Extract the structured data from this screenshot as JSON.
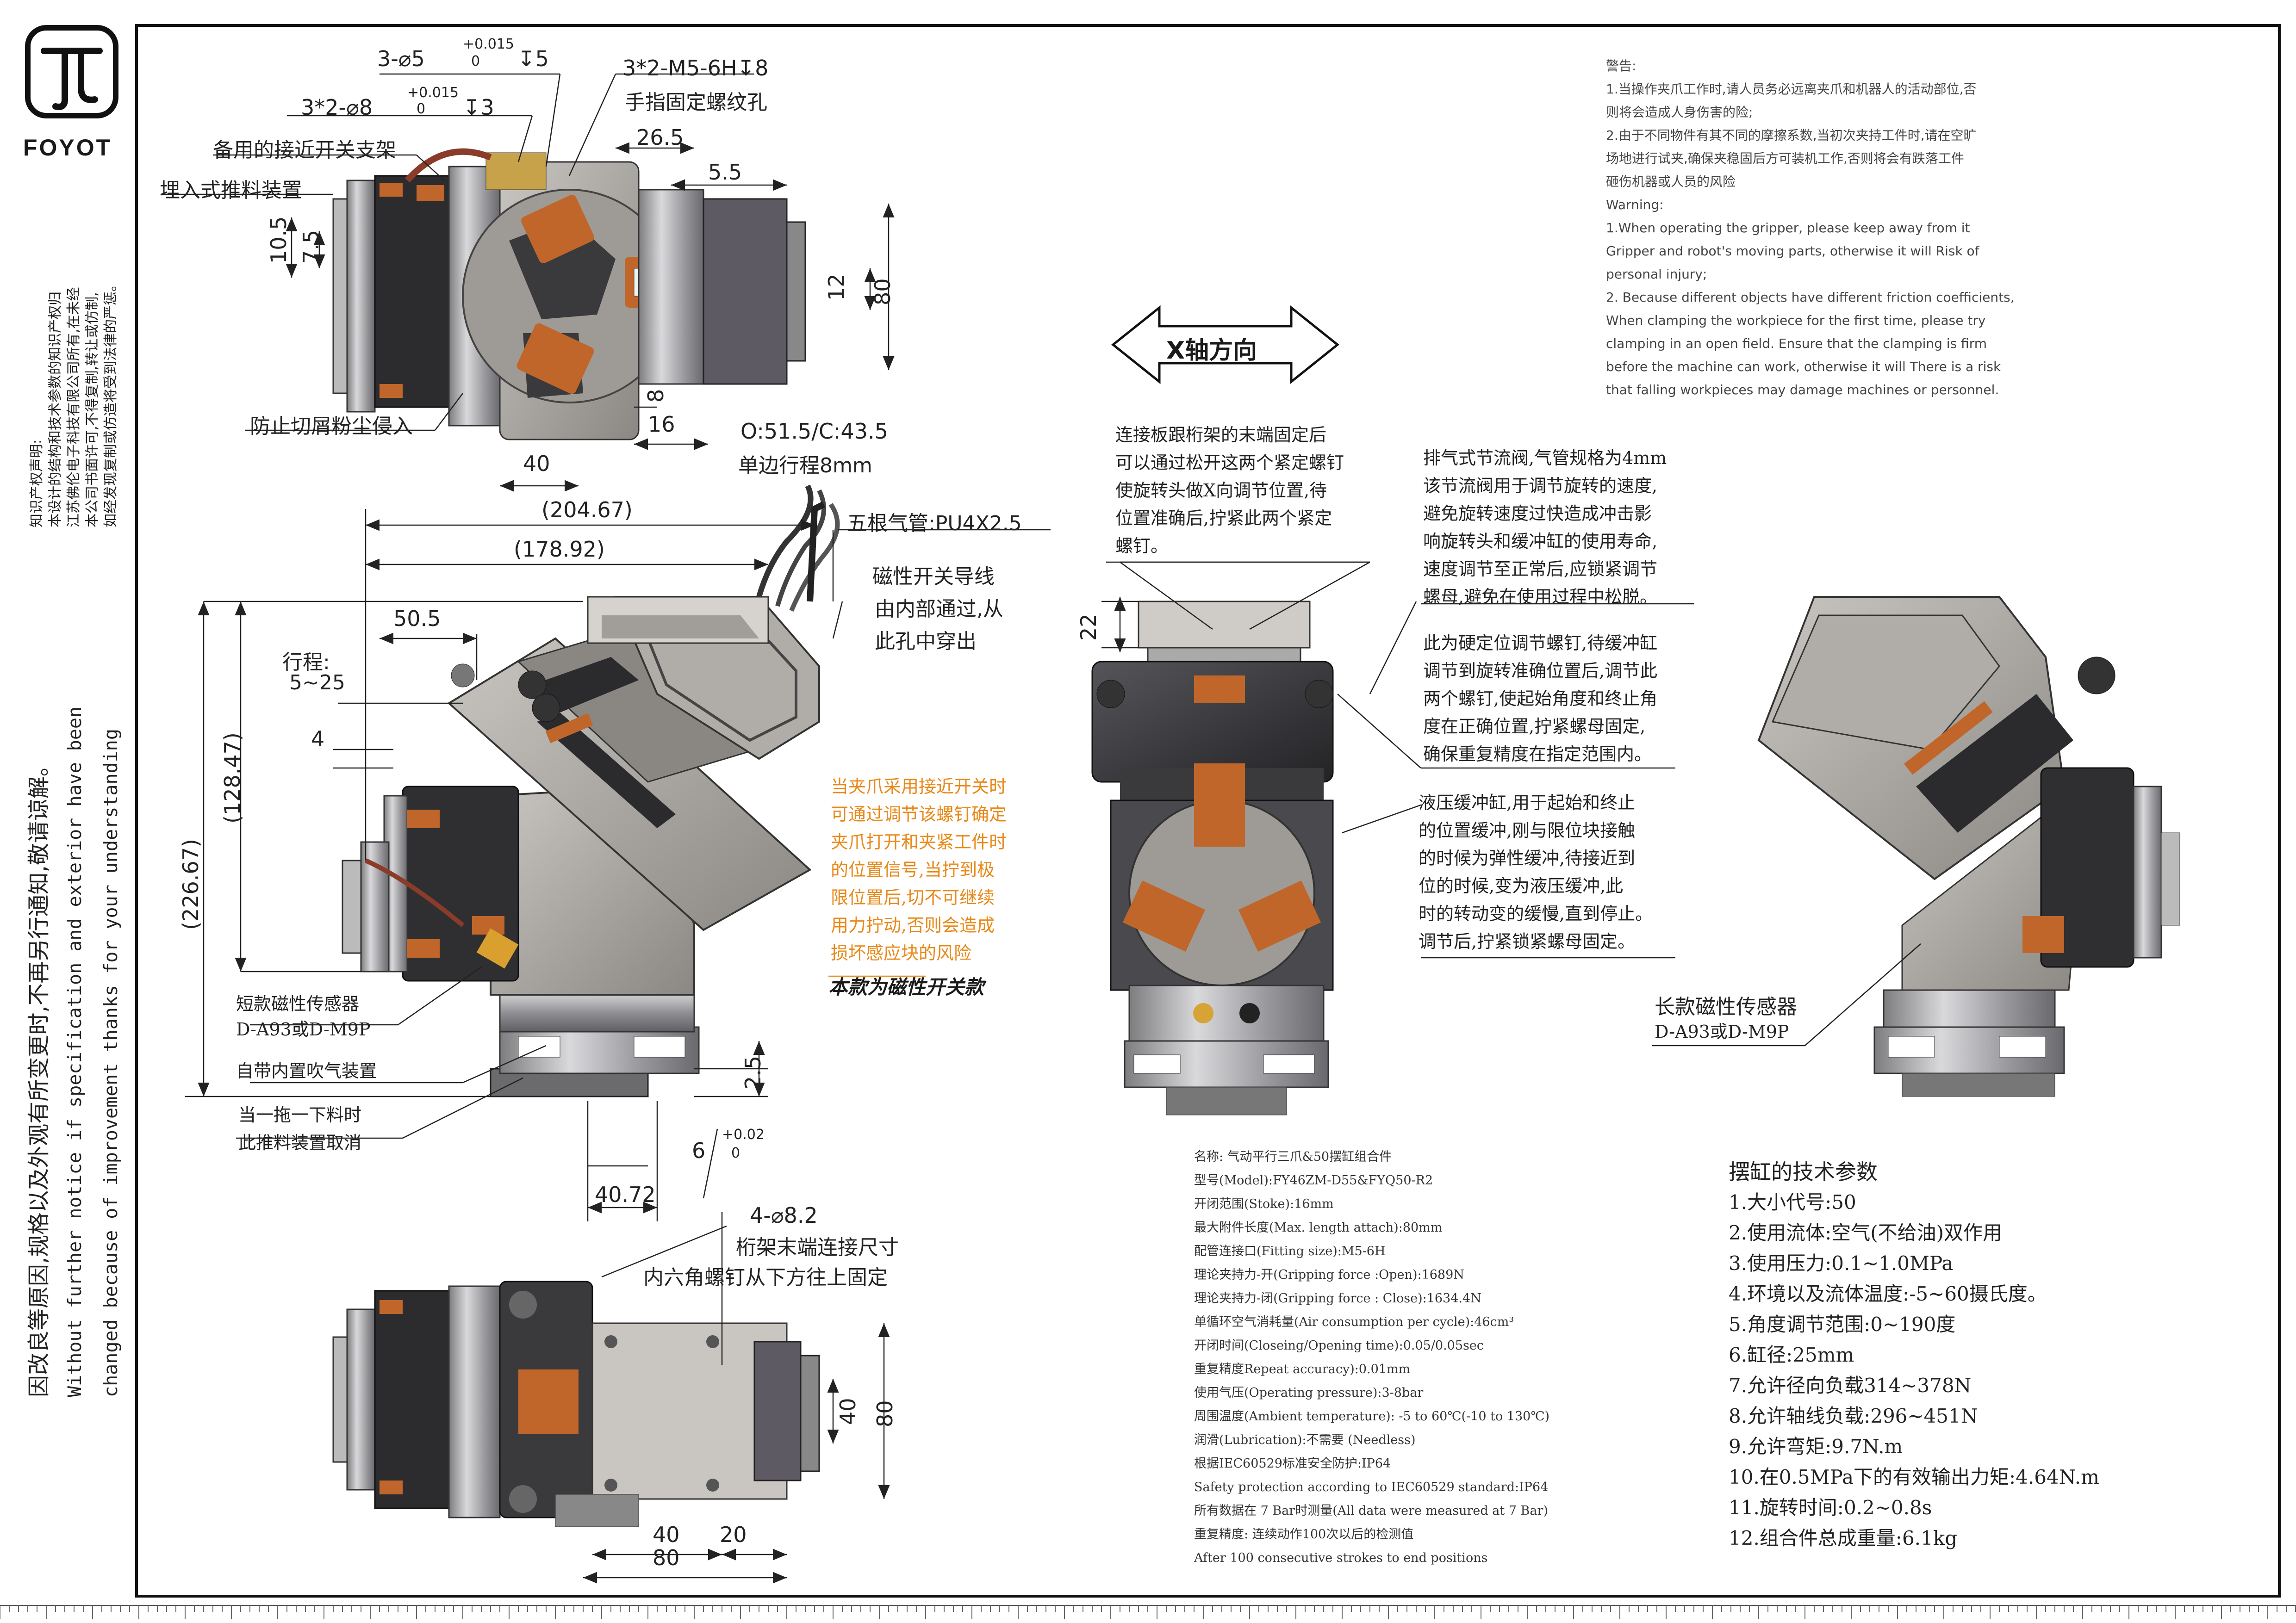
{
  "brand": {
    "logo_text": "FOYOT"
  },
  "copyright": {
    "lines": [
      "知识产权声明:",
      "本设计的结构和技术参数的知识产权归",
      "江苏佛伦电子科技有限公司所有,在未经",
      "本公司书面许可,不得复制,转让或仿制,",
      "如经发现复制或仿造将受到法律的严惩。"
    ]
  },
  "notice": {
    "cn": "因改良等原因,规格以及外观有所变更时,不再另行通知,敬请谅解。",
    "en1": "Without further notice if specification and exterior have been",
    "en2": "changed because of improvement thanks for your understanding"
  },
  "top_view": {
    "dims": {
      "hole1": "3-⌀5",
      "hole1_tol": "+0.015",
      "hole1_tol2": "0",
      "hole1_depth": "↧5",
      "hole2": "3*2-⌀8",
      "hole2_tol": "+0.015",
      "hole2_tol2": "0",
      "hole2_depth": "↧3",
      "thread": "3*2-M5-6H↧8",
      "d26_5": "26.5",
      "d5_5": "5.5",
      "d10_5": "10.5",
      "d7_5": "7.5",
      "d12": "12",
      "d80": "80",
      "d8": "8",
      "d16": "16",
      "d40": "40"
    },
    "labels": {
      "thread_label": "手指固定螺纹孔",
      "spare_switch": "备用的接近开关支架",
      "embedded_eject": "埋入式推料装置",
      "dust": "防止切屑粉尘侵入",
      "open_close": "O:51.5/C:43.5",
      "stroke": "单边行程8mm"
    }
  },
  "side_view": {
    "dims": {
      "d204": "(204.67)",
      "d178": "(178.92)",
      "d50_5": "50.5",
      "stroke_lbl": "行程:",
      "stroke_val": "5~25",
      "d4": "4",
      "d128": "(128.47)",
      "d226": "(226.67)",
      "d2_5": "2.5",
      "d6": "6",
      "d6_tol1": "+0.02",
      "d6_tol2": "0",
      "d40_72": "40.72"
    },
    "labels": {
      "hoses": "五根气管:PU4X2.5",
      "wire1": "磁性开关导线",
      "wire2": "由内部通过,从",
      "wire3": "此孔中穿出",
      "short_sensor": "短款磁性传感器",
      "short_sensor_model": "D-A93或D-M9P",
      "blow": "自带内置吹气装置",
      "cancel1": "当一拖一下料时",
      "cancel2": "此推料装置取消",
      "bolt_holes": "4-⌀8.2",
      "flange1": "桁架末端连接尺寸",
      "flange2": "内六角螺钉从下方往上固定"
    }
  },
  "orange_note": [
    "当夹爪采用接近开关时",
    "可通过调节该螺钉确定",
    "夹爪打开和夹紧工件时",
    "的位置信号,当拧到极",
    "限位置后,切不可继续",
    "用力拧动,否则会造成",
    "损坏感应块的风险"
  ],
  "magnetic_note": "本款为磁性开关款",
  "x_axis": "X轴方向",
  "front_view": {
    "d22": "22",
    "note_top": [
      "连接板跟桁架的末端固定后",
      "可以通过松开这两个紧定螺钉",
      "使旋转头做X向调节位置,待",
      "位置准确后,拧紧此两个紧定",
      "螺钉。"
    ],
    "note_exhaust": [
      "排气式节流阀,气管规格为4mm",
      "该节流阀用于调节旋转的速度,",
      "避免旋转速度过快造成冲击影",
      "响旋转头和缓冲缸的使用寿命,",
      "速度调节至正常后,应锁紧调节",
      "螺母,避免在使用过程中松脱。"
    ],
    "note_hard_stop": [
      "此为硬定位调节螺钉,待缓冲缸",
      "调节到旋转准确位置后,调节此",
      "两个螺钉,使起始角度和终止角",
      "度在正确位置,拧紧螺母固定,",
      "确保重复精度在指定范围内。"
    ],
    "note_hydraulic": [
      "液压缓冲缸,用于起始和终止",
      "的位置缓冲,刚与限位块接触",
      "的时候为弹性缓冲,待接近到",
      "位的时候,变为液压缓冲,此",
      "时的转动变的缓慢,直到停止。",
      "调节后,拧紧锁紧螺母固定。"
    ]
  },
  "right_view": {
    "long_sensor": "长款磁性传感器",
    "long_sensor_model": "D-A93或D-M9P"
  },
  "bottom_view": {
    "d40a": "40",
    "d80a": "80",
    "d40b": "40",
    "d20": "20",
    "d80b": "80"
  },
  "warning": {
    "lines": [
      "警告:",
      "1.当操作夹爪工作时,请人员务必远离夹爪和机器人的活动部位,否",
      "则将会造成人身伤害的险;",
      "2.由于不同物件有其不同的摩擦系数,当初次夹持工件时,请在空旷",
      "场地进行试夹,确保夹稳固后方可装机工作,否则将会有跌落工件",
      "砸伤机器或人员的风险",
      "Warning:",
      "1.When operating the gripper, please keep away from it",
      "Gripper and robot's moving parts, otherwise it will Risk of",
      "personal injury;",
      "2. Because different objects have different friction coefficients,",
      "When clamping the workpiece for the first time, please try",
      "clamping in an open field. Ensure that the clamping is firm",
      "before the machine can work, otherwise it will There is a risk",
      "that falling workpieces may damage machines or personnel."
    ]
  },
  "spec": {
    "lines": [
      "名称: 气动平行三爪&50摆缸组合件",
      "型号(Model):FY46ZM-D55&FYQ50-R2",
      "开闭范围(Stoke):16mm",
      "最大附件长度(Max. length attach):80mm",
      "配管连接口(Fitting size):M5-6H",
      "理论夹持力-开(Gripping force :Open):1689N",
      "理论夹持力-闭(Gripping force : Close):1634.4N",
      "单循环空气消耗量(Air consumption per cycle):46cm³",
      "开闭时间(Closeing/Opening time):0.05/0.05sec",
      "重复精度Repeat accuracy):0.01mm",
      "使用气压(Operating pressure):3-8bar",
      "周围温度(Ambient temperature): -5 to 60℃(-10 to 130℃)",
      "润滑(Lubrication):不需要 (Needless)",
      "根据IEC60529标准安全防护:IP64",
      "Safety protection according to IEC60529 standard:IP64",
      "所有数据在 7 Bar时测量(All data were measured at  7 Bar)",
      "重复精度: 连续动作100次以后的检测值",
      "After 100 consecutive strokes to end positions"
    ]
  },
  "tech": {
    "title": "摆缸的技术参数",
    "items": [
      "1.大小代号:50",
      "2.使用流体:空气(不给油)双作用",
      "3.使用压力:0.1~1.0MPa",
      "4.环境以及流体温度:-5~60摄氏度。",
      "5.角度调节范围:0~190度",
      "6.缸径:25mm",
      "7.允许径向负载314~378N",
      "8.允许轴线负载:296~451N",
      "9.允许弯矩:9.7N.m",
      "10.在0.5MPa下的有效输出力矩:4.64N.m",
      "11.旋转时间:0.2~0.8s",
      "12.组合件总成重量:6.1kg"
    ]
  },
  "colors": {
    "accent_orange": "#e8891a",
    "copper": "#b8652a",
    "steel": "#a9a9ad",
    "dark": "#2b2b2e"
  }
}
